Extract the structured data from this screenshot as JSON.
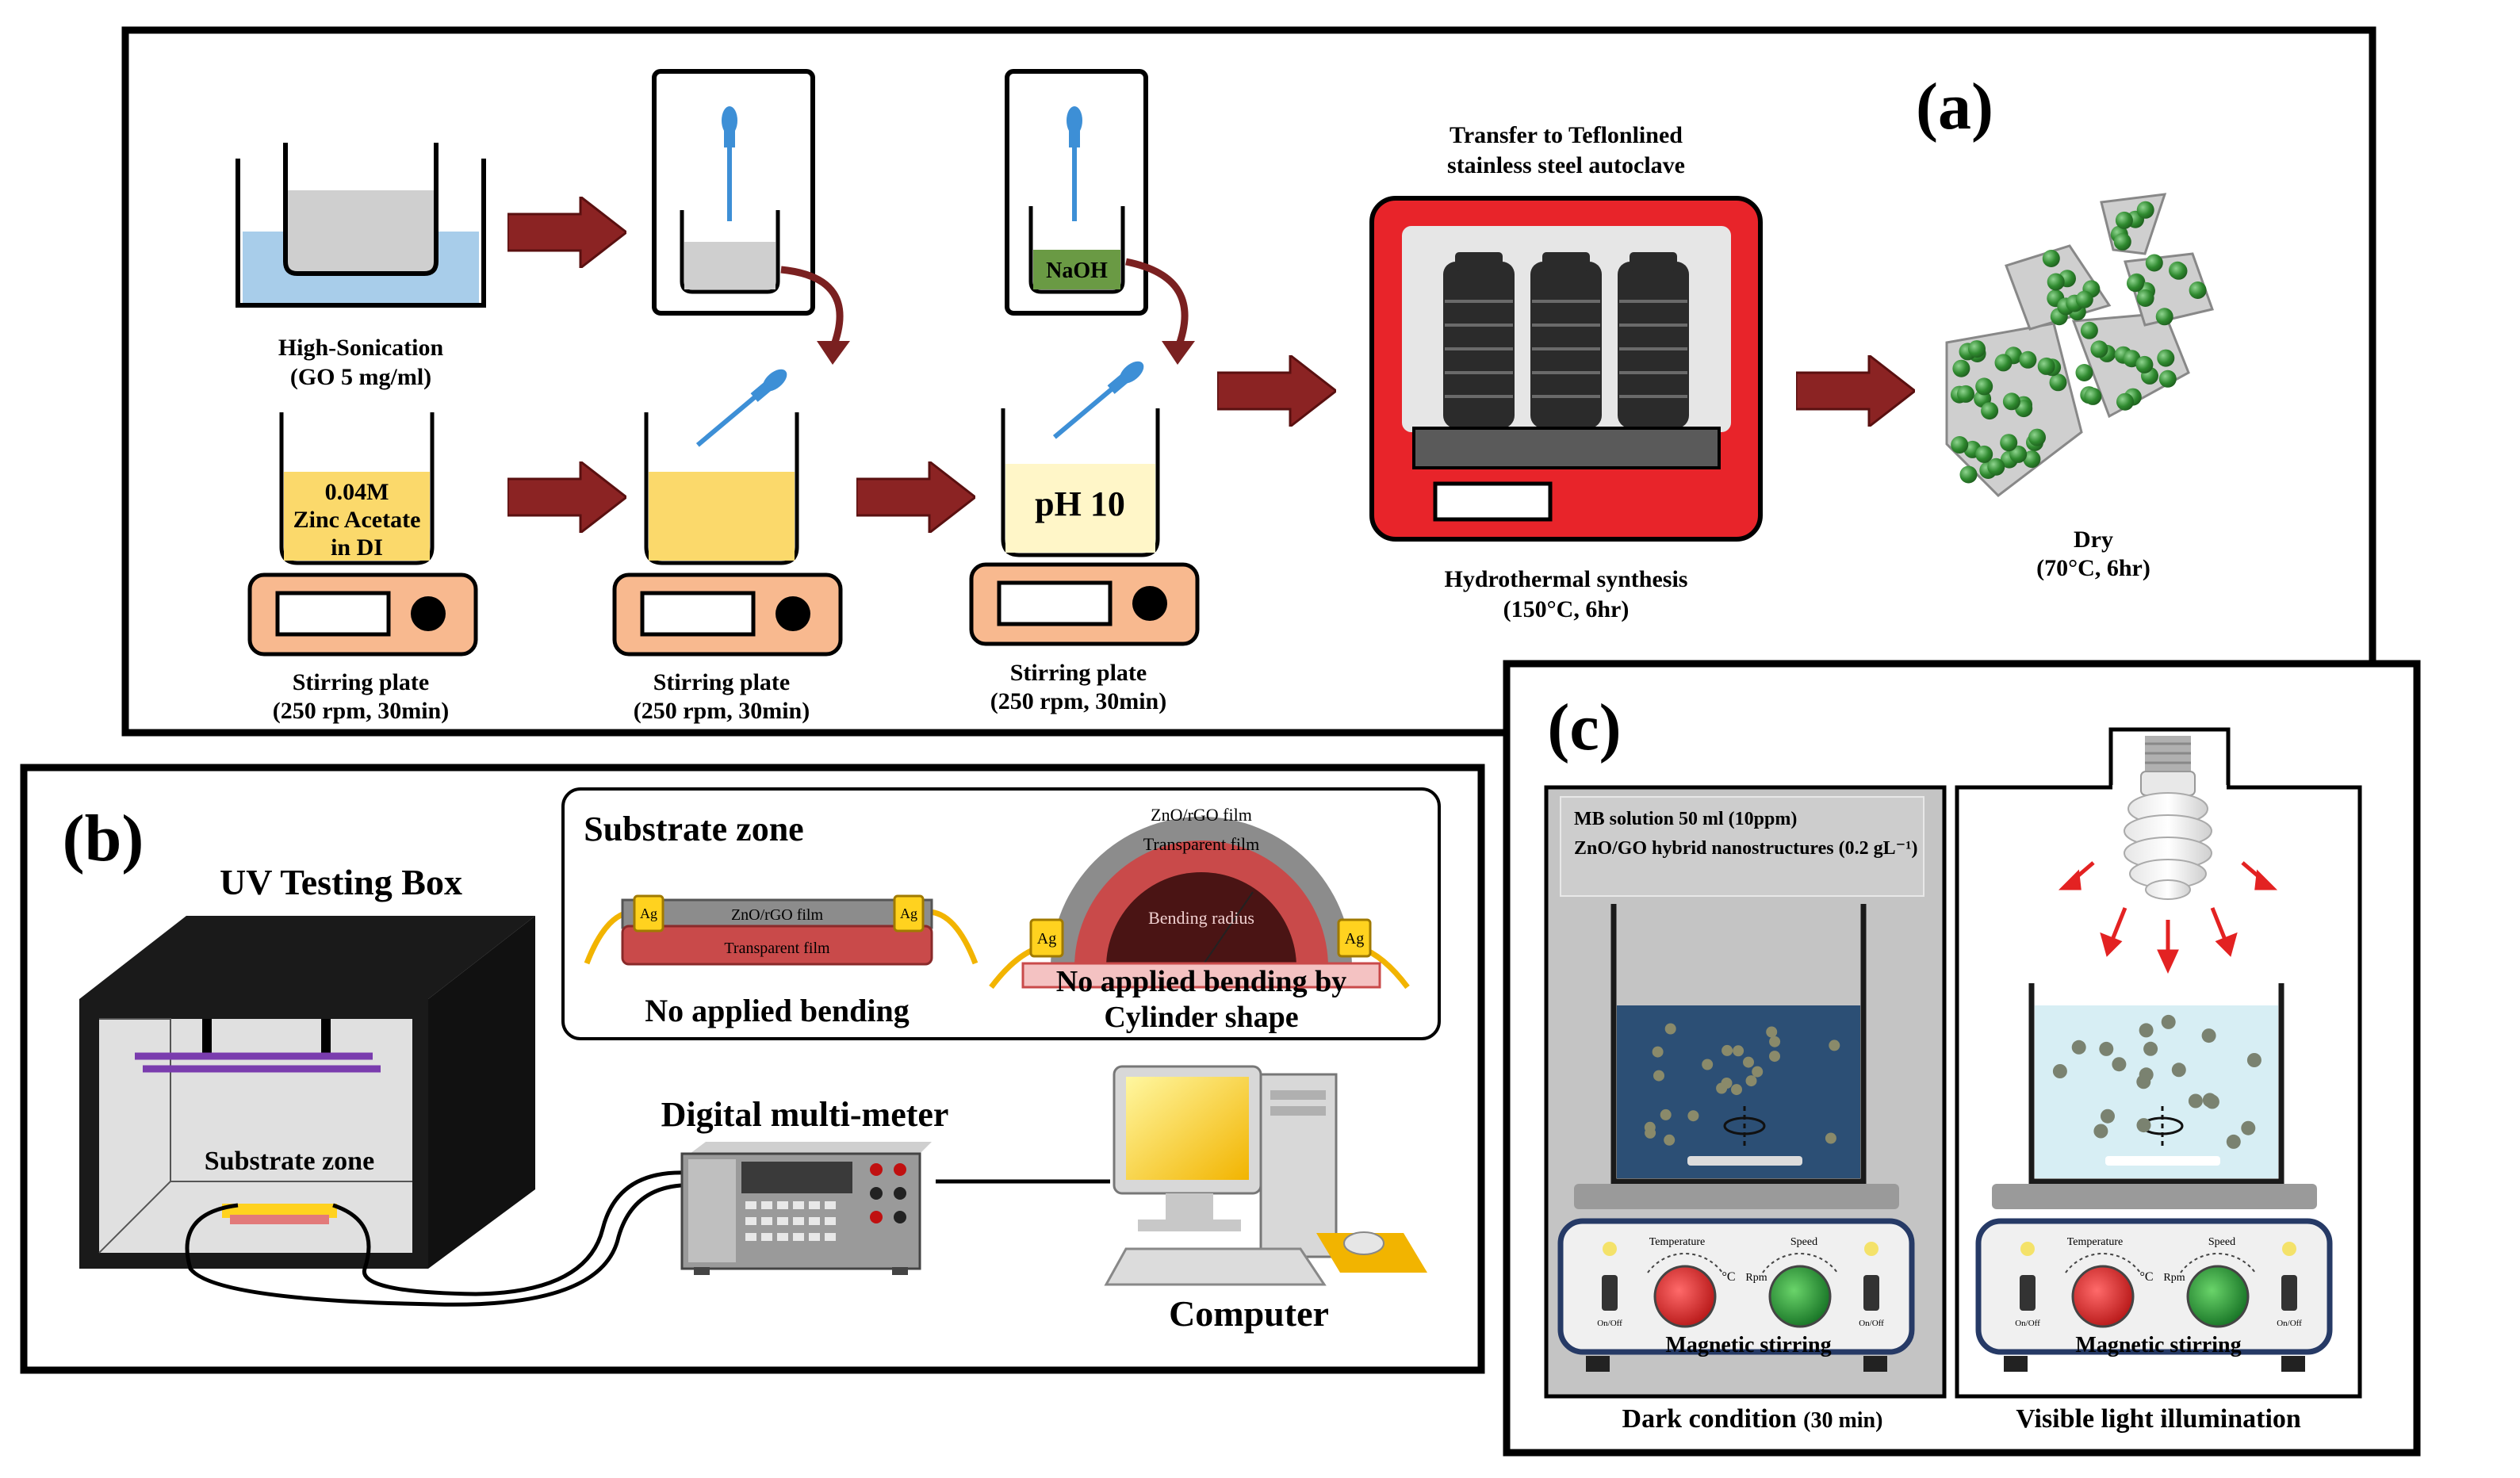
{
  "panel_a": {
    "label": "(a)",
    "sonication_label": "High-Sonication",
    "sonication_detail": "(GO 5 mg/ml)",
    "zinc_line1": "0.04M",
    "zinc_line2": "Zinc Acetate",
    "zinc_line3": "in DI",
    "naoh": "NaOH",
    "ph": "pH 10",
    "stir_label": "Stirring plate",
    "stir_detail": "(250 rpm, 30min)",
    "transfer_line1": "Transfer to Teflonlined",
    "transfer_line2": "stainless steel autoclave",
    "hydro_label": "Hydrothermal synthesis",
    "hydro_detail": "(150°C, 6hr)",
    "dry_label": "Dry",
    "dry_detail": "(70°C, 6hr)"
  },
  "panel_b": {
    "label": "(b)",
    "uv_box": "UV Testing Box",
    "substrate_zone_inside": "Substrate zone",
    "substrate_zone_title": "Substrate zone",
    "film": "ZnO/rGO film",
    "transparent": "Transparent film",
    "ag": "Ag",
    "no_bending": "No applied bending",
    "bending_radius": "Bending radius",
    "cylinder_line1": "No applied bending by",
    "cylinder_line2": "Cylinder shape",
    "multimeter": "Digital multi-meter",
    "computer": "Computer"
  },
  "panel_c": {
    "label": "(c)",
    "mb_solution": "MB solution 50 ml (10ppm)",
    "hybrid": "ZnO/GO hybrid nanostructures (0.2 gL⁻¹)",
    "temperature": "Temperature",
    "speed": "Speed",
    "rpm": "Rpm",
    "deg": "°C",
    "onoff": "On/Off",
    "magnetic": "Magnetic stirring",
    "dark": "Dark condition",
    "dark_time": "(30 min)",
    "visible": "Visible light illumination"
  },
  "colors": {
    "arrow": "#8b2323",
    "water": "#a8cdea",
    "yellow": "#fbd96b",
    "naoh_green": "#6a9a44",
    "stir_plate": "#f8b98f",
    "autoclave_red": "#e8242a",
    "sphere_green": "#3d9a3d",
    "purple": "#7a3cae",
    "dark_water": "#2c4f75",
    "light_water": "#d7eef4"
  }
}
